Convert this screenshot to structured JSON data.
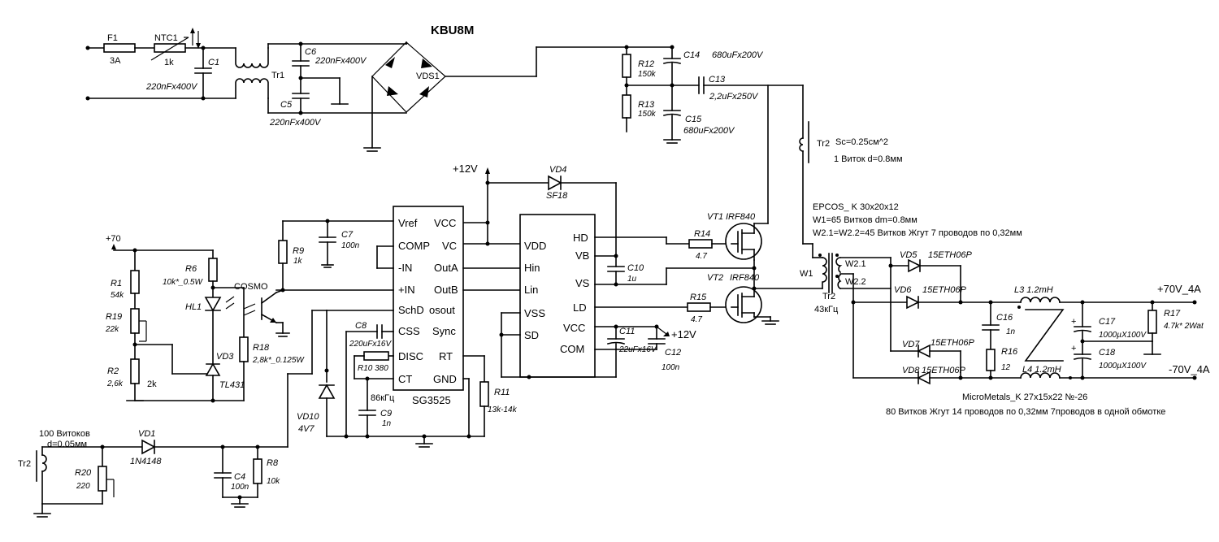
{
  "title": "KBU8M",
  "input": {
    "f1": "F1",
    "f1_val": "3A",
    "ntc": "NTC1",
    "ntc_val": "1k",
    "c1": "C1",
    "c1_val": "220nFx400V",
    "tr1": "Tr1",
    "c6": "C6",
    "c6_val": "220nFx400V",
    "c5": "C5",
    "c5_val": "220nFx400V",
    "vds1": "VDS1"
  },
  "bulk": {
    "r12": "R12",
    "r12_val": "150k",
    "r13": "R13",
    "r13_val": "150k",
    "c14": "C14",
    "c14_val": "680uFx200V",
    "c15": "C15",
    "c15_val": "680uFx200V",
    "c13": "C13",
    "c13_val": "2,2uFx250V"
  },
  "tr2_top": {
    "name": "Tr2",
    "sc": "Sc=0.25см^2",
    "turns": "1 Виток d=0.8мм"
  },
  "core": {
    "line1": "EPCOS_ K 30x20x12",
    "line2": "W1=65 Витков dm=0.8мм",
    "line3": "W2.1=W2.2=45 Витков Жгут 7 проводов по 0,32мм"
  },
  "rails": {
    "v12": "+12V",
    "v12b": "+12V",
    "p70": "+70",
    "out_pos": "+70V_4A",
    "out_neg": "-70V_4A"
  },
  "sg3525": {
    "name": "SG3525",
    "pins_left": [
      "Vref",
      "COMP",
      "-IN",
      "+IN",
      "SchD",
      "CSS",
      "DISC",
      "CT"
    ],
    "pins_right": [
      "VCC",
      "VC",
      "OutA",
      "OutB",
      "osout",
      "Sync",
      "RT",
      "GND"
    ],
    "freq": "86кГц"
  },
  "driver": {
    "pins_left": [
      "VDD",
      "Hin",
      "Lin",
      "VSS",
      "SD"
    ],
    "pins_right": [
      "HD",
      "VB",
      "VS",
      "LD",
      "VCC",
      "COM"
    ]
  },
  "fets": {
    "vt1": "VT1",
    "vt1_type": "IRF840",
    "vt2": "VT2",
    "vt2_type": "IRF840",
    "r14": "R14",
    "r14_val": "4.7",
    "r15": "R15",
    "r15_val": "4.7"
  },
  "boot": {
    "vd4": "VD4",
    "vd4_type": "SF18",
    "c10": "C10",
    "c10_val": "1u",
    "c11": "C11",
    "c11_val": "22uFx16V",
    "c12": "C12",
    "c12_val": "100n"
  },
  "control": {
    "r9": "R9",
    "r9_val": "1k",
    "c7": "C7",
    "c7_val": "100n",
    "r1": "R1",
    "r1_val": "54k",
    "r19": "R19",
    "r19_val": "22k",
    "r2": "R2",
    "r2_val": "2,6k",
    "r2_alt": "2k",
    "r6": "R6",
    "r6_val": "10k*_0.5W",
    "hl1": "HL1",
    "cosmo": "COSMO",
    "vd3": "VD3",
    "vd3_type": "TL431",
    "r18": "R18",
    "r18_val": "2,8k*_0.125W"
  },
  "timing": {
    "c8": "C8",
    "c8_val": "220uFx16V",
    "r10": "R10 380",
    "c9": "C9",
    "c9_val": "1n",
    "r11": "R11",
    "r11_val": "13k-14k",
    "vd10": "VD10",
    "vd10_val": "4V7"
  },
  "sense": {
    "turns": "100 Витоков",
    "wire": "d=0.05мм",
    "tr2": "Tr2",
    "vd1": "VD1",
    "vd1_type": "1N4148",
    "r20": "R20",
    "r20_val": "220",
    "c4": "C4",
    "c4_val": "100n",
    "r8": "R8",
    "r8_val": "10k"
  },
  "output": {
    "w1": "W1",
    "w21": "W2.1",
    "w22": "W2.2",
    "tr2": "Tr2",
    "freq": "43кГц",
    "vd5": "VD5",
    "vd6": "VD6",
    "vd7": "VD7",
    "vd8": "VD8",
    "diode_type": "15ETH06P",
    "l3": "L3 1.2mH",
    "l4": "L4 1.2mH",
    "c16": "C16",
    "c16_val": "1n",
    "r16": "R16",
    "r16_val": "12",
    "c17": "C17",
    "c17_val": "1000µX100V",
    "c18": "C18",
    "c18_val": "1000µX100V",
    "r17": "R17",
    "r17_val": "4.7k* 2Wat"
  },
  "inductor_note": {
    "line1": "MicroMetals_K 27x15x22  №-26",
    "line2": "80 Витков  Жгут 14 проводов по 0,32мм 7проводов в одной обмотке"
  }
}
